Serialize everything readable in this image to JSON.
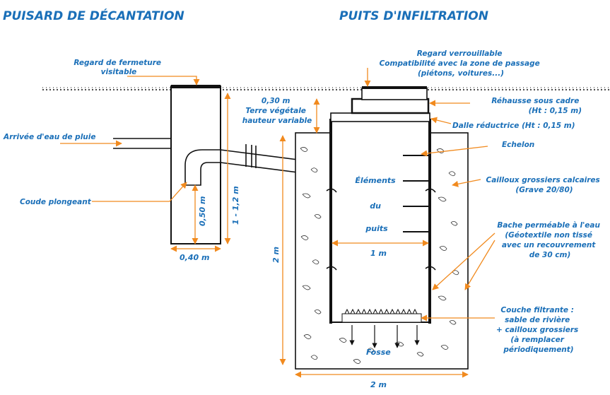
{
  "titles": {
    "left": "PUISARD DE DÉCANTATION",
    "right": "PUITS D'INFILTRATION"
  },
  "labels": {
    "regard_fermeture": [
      "Regard de fermeture",
      "visitable"
    ],
    "arrivee": "Arrivée d'eau de pluie",
    "coude": "Coude plongeant",
    "terre": [
      "0,30 m",
      "Terre végétale",
      "hauteur variable"
    ],
    "regard_verrouillable": [
      "Regard verrouillable",
      "Compatibilité avec la zone de passage",
      "(piétons, voitures...)"
    ],
    "rehausse": [
      "Réhausse sous cadre",
      "(Ht : 0,15 m)"
    ],
    "dalle": "Dalle réductrice (Ht : 0,15 m)",
    "echelon": "Echelon",
    "cailloux": [
      "Cailloux grossiers calcaires",
      "(Grave 20/80)"
    ],
    "bache": [
      "Bache perméable à l'eau",
      "(Géotextile non tissé",
      "avec un recouvrement",
      "de 30 cm)"
    ],
    "couche": [
      "Couche filtrante :",
      "sable de rivière",
      "+ cailloux grossiers",
      "(à remplacer",
      "périodiquement)"
    ]
  },
  "inner": {
    "elements": [
      "Éléments",
      "du",
      "puits"
    ],
    "fosse": "Fosse"
  },
  "dims": {
    "d050": "0,50 m",
    "d1_12": "1 - 1,2 m",
    "d040": "0,40 m",
    "d1m": "1 m",
    "d2m_v": "2 m",
    "d2m_h": "2 m"
  },
  "colors": {
    "text": "#1a6fb8",
    "leader": "#f18a1e",
    "drawing": "#111111"
  }
}
